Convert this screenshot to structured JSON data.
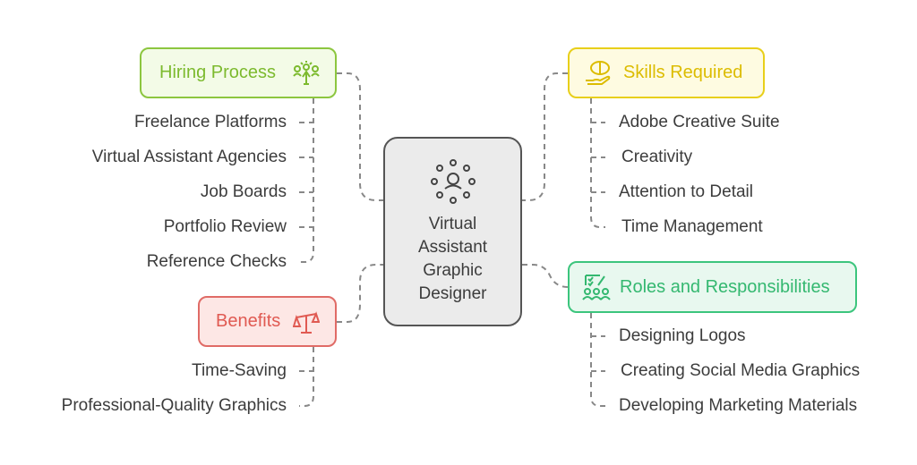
{
  "center": {
    "title": "Virtual Assistant Graphic Designer",
    "icon": "person-network-icon"
  },
  "branches": {
    "hiring": {
      "label": "Hiring Process",
      "icon": "hiring-people-icon",
      "color": "#7cba2e",
      "items": [
        "Freelance Platforms",
        "Virtual Assistant Agencies",
        "Job Boards",
        "Portfolio Review",
        "Reference Checks"
      ]
    },
    "skills": {
      "label": "Skills Required",
      "icon": "brain-hand-icon",
      "color": "#dcbc00",
      "items": [
        "Adobe Creative Suite",
        "Creativity",
        "Attention to Detail",
        "Time Management"
      ]
    },
    "benefits": {
      "label": "Benefits",
      "icon": "scale-icon",
      "color": "#e05a52",
      "items": [
        "Time-Saving",
        "Professional-Quality Graphics"
      ]
    },
    "roles": {
      "label": "Roles and Responsibilities",
      "icon": "checklist-team-icon",
      "color": "#34b870",
      "items": [
        "Designing Logos",
        "Creating Social Media Graphics",
        "Developing Marketing Materials"
      ]
    }
  }
}
